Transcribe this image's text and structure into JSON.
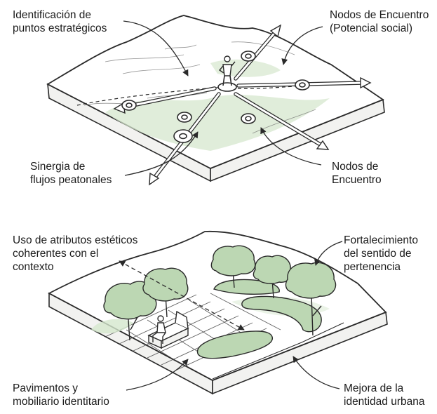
{
  "top_diagram": {
    "labels": {
      "identificacion": [
        "Identificación de",
        "puntos estratégicos"
      ],
      "nodos_potencial": [
        "Nodos de Encuentro",
        "(Potencial social)"
      ],
      "sinergia": [
        "Sinergia de",
        "flujos peatonales"
      ],
      "nodos": [
        "Nodos de",
        "Encuentro"
      ]
    }
  },
  "bottom_diagram": {
    "labels": {
      "atributos": [
        "Uso de atributos estéticos",
        "coherentes con el",
        "contexto"
      ],
      "fortalecimiento": [
        "Fortalecimiento",
        "del sentido de",
        "pertenencia"
      ],
      "pavimentos": [
        "Pavimentos y",
        "mobiliario identitario"
      ],
      "mejora": [
        "Mejora de la",
        "identidad urbana"
      ]
    }
  },
  "colors": {
    "ink": "#2a2a2a",
    "grass": "#d5e7cd",
    "foliage": "#bcd7b3",
    "paper": "#ffffff",
    "slab_side": "#f2f2f0"
  }
}
